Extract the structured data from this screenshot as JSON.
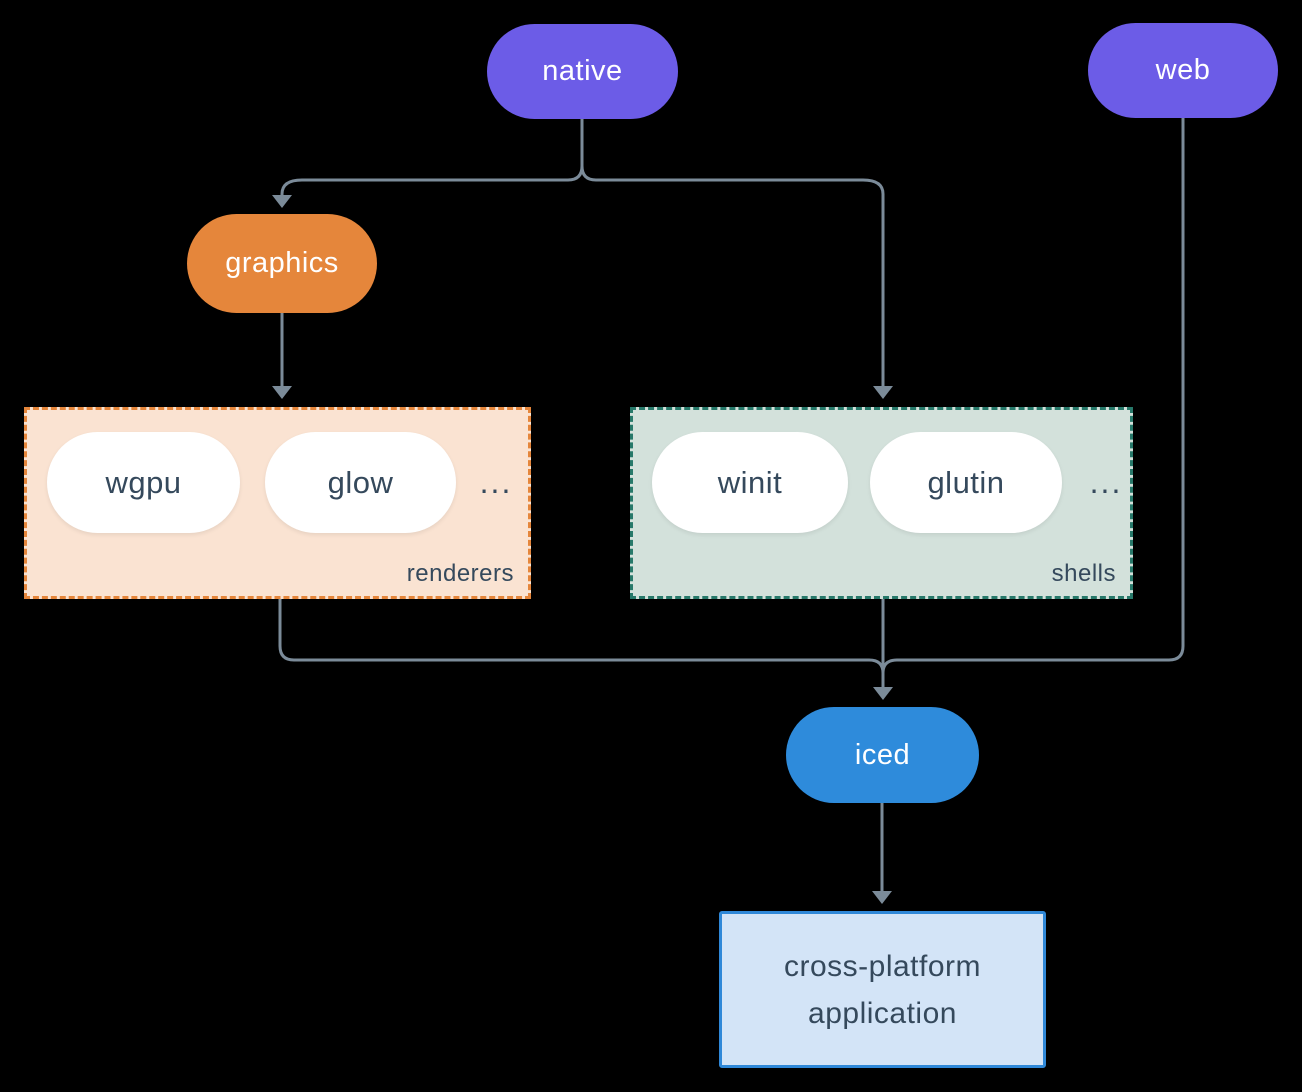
{
  "diagram": {
    "nodes": {
      "native": "native",
      "web": "web",
      "graphics": "graphics",
      "iced": "iced",
      "app": "cross-platform application"
    },
    "groups": {
      "renderers": {
        "label": "renderers",
        "items": [
          "wgpu",
          "glow"
        ],
        "ellipsis": "..."
      },
      "shells": {
        "label": "shells",
        "items": [
          "winit",
          "glutin"
        ],
        "ellipsis": "..."
      }
    },
    "colors": {
      "background": "#000000",
      "purple_node": "#6c5ce7",
      "orange_node": "#e5863b",
      "blue_node": "#2e8bdb",
      "renderers_bg": "#fae3d2",
      "renderers_border": "#e5863b",
      "shells_bg": "#d3e1db",
      "shells_border": "#27796a",
      "app_bg": "#d3e4f7",
      "app_border": "#2f88d8",
      "connector_line": "#7b8b99",
      "dark_text": "#35495c",
      "light_text": "#ffffff"
    }
  }
}
